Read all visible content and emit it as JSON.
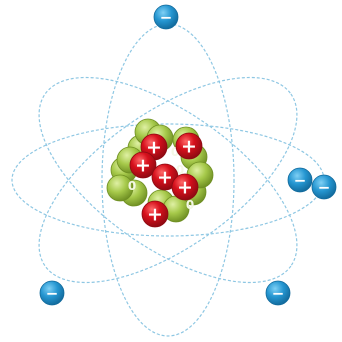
{
  "labels": {
    "proton_sign": "+",
    "neutron_sign": "0",
    "electron_sign": "−"
  },
  "counts": {
    "protons": 6,
    "neutrons": 6,
    "electrons": 5
  },
  "colors": {
    "background": "#ffffff",
    "orbit": "#8ec7e3",
    "proton": "#d6101c",
    "proton_shade": "#8e0a12",
    "neutron": "#a6c94a",
    "neutron_shade": "#6f8f23",
    "electron": "#2596d1",
    "electron_shade": "#126a9c",
    "glyph_light": "#ffffff",
    "neutron_glyph": "#f4f8e6"
  },
  "icons": {
    "proton": "proton-plus-icon",
    "neutron": "neutron-zero-icon",
    "electron": "electron-minus-icon"
  }
}
